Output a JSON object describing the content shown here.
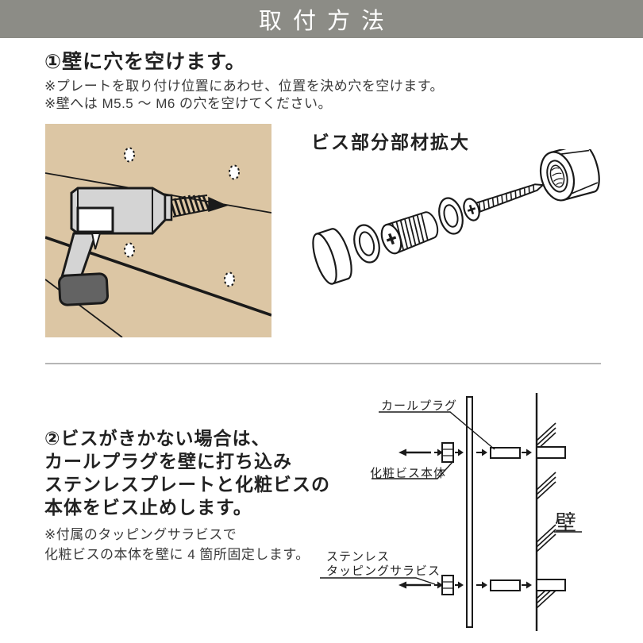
{
  "header": {
    "title": "取付方法"
  },
  "step1": {
    "title": "①壁に穴を空けます。",
    "notes": [
      "※プレートを取り付け位置にあわせ、位置を決め穴を空けます。",
      "※壁へは M5.5 〜 M6 の穴を空けてください。"
    ],
    "diagram_title": "ビス部分部材拡大"
  },
  "step2": {
    "title_lines": [
      "②ビスがきかない場合は、",
      "カールプラグを壁に打ち込み",
      "ステンレスプレートと化粧ビスの",
      "本体をビス止めします。"
    ],
    "notes": [
      "※付属のタッピングサラビスで",
      "化粧ビスの本体を壁に 4 箇所固定します。"
    ],
    "labels": {
      "curl_plug": "カールプラグ",
      "screw_body": "化粧ビス本体",
      "stainless_line1": "ステンレス",
      "stainless_line2": "タッピングサラビス",
      "wall": "壁"
    }
  },
  "colors": {
    "header_bar": "#8c8c86",
    "divider": "#b6b6b6",
    "wood_background": "#dcc6a4",
    "drill_body": "#d4d4d4",
    "battery": "#636363",
    "line_art": "#1a1a1a"
  }
}
